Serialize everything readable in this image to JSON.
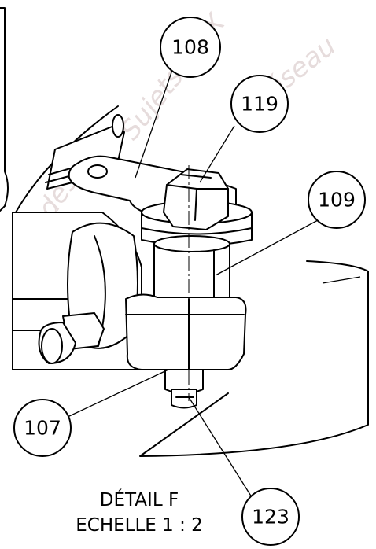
{
  "watermark": {
    "line1": "Sujets d'EX",
    "line2": "Réseau",
    "line3": "aie des",
    "color": "#e6dcdc"
  },
  "callouts": [
    {
      "id": "c108",
      "label": "108"
    },
    {
      "id": "c119",
      "label": "119"
    },
    {
      "id": "c109",
      "label": "109"
    },
    {
      "id": "c107",
      "label": "107"
    },
    {
      "id": "c123",
      "label": "123"
    }
  ],
  "caption": {
    "title": "DÉTAIL F",
    "scale": "ECHELLE 1 : 2"
  }
}
